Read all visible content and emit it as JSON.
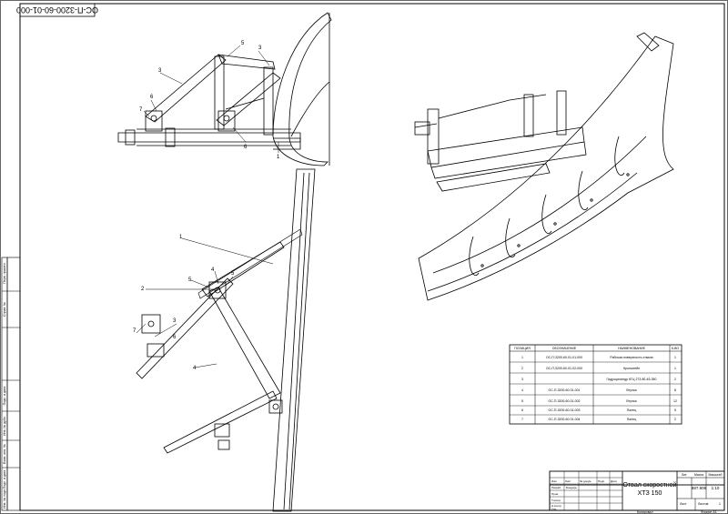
{
  "drawing": {
    "stamp_code": "ОС-П-3200-60-01-000",
    "title_line1": "Отвал скоростной",
    "title_line2": "ХТЗ 150",
    "mass": "887.906",
    "scale": "1:10",
    "sheet_label": "Лист",
    "sheets_label": "Листов",
    "sheets_value": "1",
    "copied_label": "Копировал",
    "format_label": "Формат А1"
  },
  "title_block": {
    "header": {
      "lit": "Лит.",
      "mass": "Масса",
      "scale": "Масштаб"
    },
    "roles": [
      "Изм",
      "Разраб.",
      "Пров.",
      "Т.контр.",
      "Н.контр.",
      "Утв."
    ],
    "cols": [
      "Лист",
      "№ докум.",
      "Подп.",
      "Дата"
    ],
    "developer": "Бондарь"
  },
  "spec_table": {
    "headers": [
      "ПОЗИЦИЯ",
      "ОБОЗНАЧЕНИЕ",
      "НАИМЕНОВАНИЕ",
      "К-ВО"
    ],
    "rows": [
      [
        "1",
        "ОС-П-3200-60-01-01-000",
        "Рабочая поверхность отвала",
        "1"
      ],
      [
        "2",
        "ОС-П-3200-60-01-02-000",
        "Кронштейн",
        "1"
      ],
      [
        "3",
        "",
        "Гидроцилиндр КГЦ 273-80-45-350",
        "2"
      ],
      [
        "4",
        "ОС-П-3200-60-01-001",
        "Втулка",
        "8"
      ],
      [
        "5",
        "ОС-П-3200-60-01-002",
        "Втулка",
        "12"
      ],
      [
        "6",
        "ОС-П-3200-60-01-003",
        "Палец",
        "5"
      ],
      [
        "7",
        "ОС-П-3200-60-01-004",
        "Палец",
        "2"
      ]
    ]
  },
  "side_stamp": [
    "Перв. примен.",
    "Справ. №",
    "Подп. и дата",
    "Инв. № дубл.",
    "Взам. инв. №",
    "Подп. и дата",
    "Инв. № подл."
  ],
  "callouts_view1": [
    "5",
    "3",
    "3",
    "6",
    "7",
    "6",
    "1"
  ],
  "callouts_view2": [
    "1",
    "2",
    "5",
    "4",
    "5",
    "3",
    "4",
    "7",
    "6"
  ]
}
